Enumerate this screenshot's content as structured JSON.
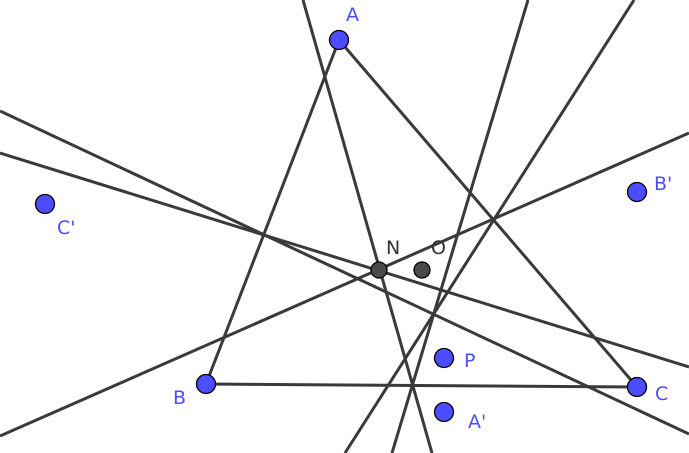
{
  "colors": {
    "line": "#3a3a3a",
    "free_point": "#4d4dff",
    "dependent_point": "#4a4a4a",
    "free_label": "#4d4dff",
    "dependent_label": "#333333",
    "background": "#ffffff"
  },
  "points": {
    "A": {
      "label": "A",
      "kind": "free"
    },
    "B": {
      "label": "B",
      "kind": "free"
    },
    "C": {
      "label": "C",
      "kind": "free"
    },
    "A_prime": {
      "label": "A'",
      "kind": "free"
    },
    "B_prime": {
      "label": "B'",
      "kind": "free"
    },
    "C_prime": {
      "label": "C'",
      "kind": "free"
    },
    "P": {
      "label": "P",
      "kind": "free"
    },
    "N": {
      "label": "N",
      "kind": "dependent"
    },
    "O": {
      "label": "O",
      "kind": "dependent"
    }
  }
}
